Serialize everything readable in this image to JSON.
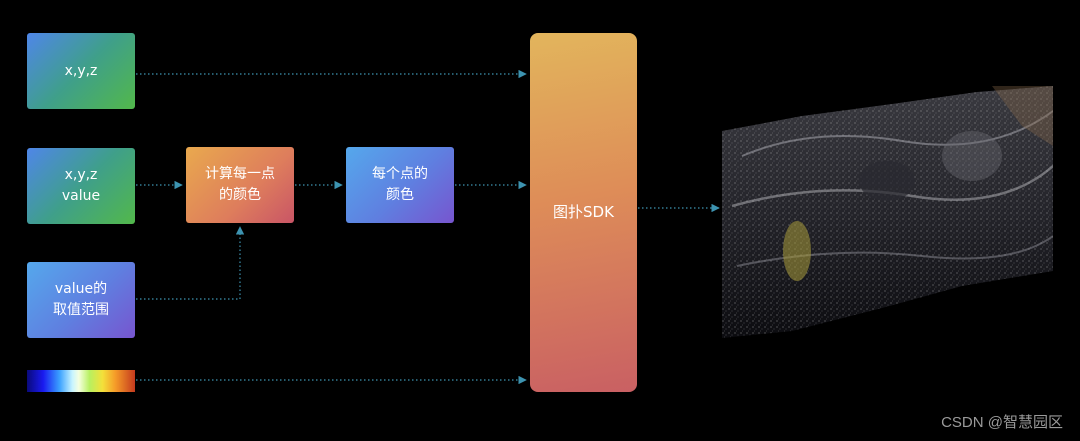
{
  "nodes": {
    "xyz": {
      "line1": "x,y,z"
    },
    "xyz_value": {
      "line1": "x,y,z",
      "line2": "value"
    },
    "value_range": {
      "line1": "value的",
      "line2": "取值范围"
    },
    "compute_color": {
      "line1": "计算每一点",
      "line2": "的颜色"
    },
    "point_color": {
      "line1": "每个点的",
      "line2": "颜色"
    },
    "sdk": {
      "label": "图扑SDK"
    }
  },
  "colors": {
    "connector": "#3d93b0",
    "background": "#000000"
  },
  "watermark": "CSDN @智慧园区"
}
